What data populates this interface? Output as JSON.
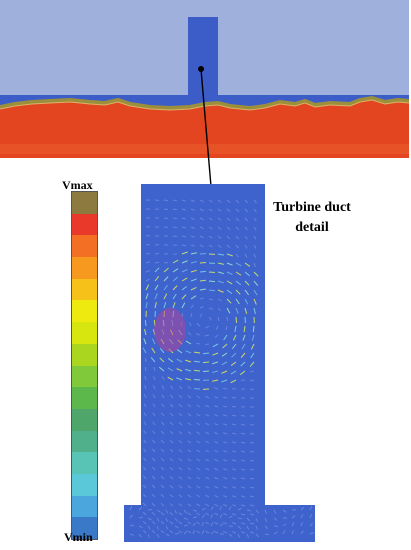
{
  "legend": {
    "max_label": "Vmax",
    "min_label": "Vmin",
    "colors": [
      "#8c7a3e",
      "#e8392a",
      "#f26f23",
      "#f7981f",
      "#f6c21a",
      "#eee90f",
      "#d8e60f",
      "#aad61f",
      "#7fc93a",
      "#5cb84a",
      "#4fa66a",
      "#50b08c",
      "#57c4b5",
      "#5ac8d8",
      "#4aa6dc",
      "#3a78c8"
    ]
  },
  "annotation": {
    "caption_line1": "Turbine duct",
    "caption_line2": "detail"
  },
  "colors": {
    "sky": "#9fb0dc",
    "water": "#3c5cc8",
    "sediment": "#e2451f",
    "duct_flow": "#3f63cc",
    "vortex_core": "#c83c8c",
    "leader_line": "#000000"
  }
}
